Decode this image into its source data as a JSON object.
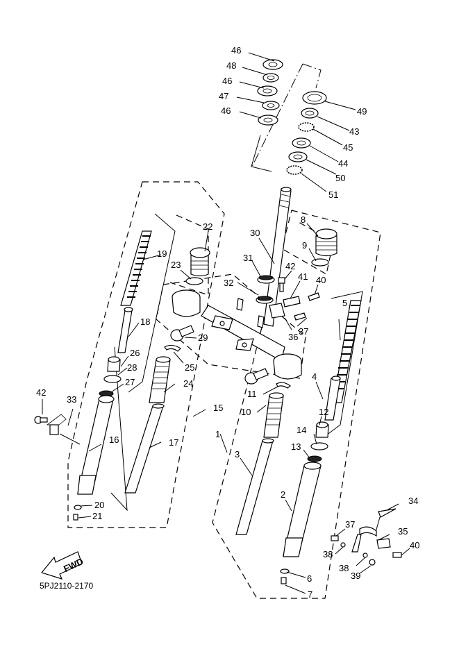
{
  "diagram": {
    "type": "exploded-parts-diagram",
    "subject": "front fork assembly",
    "part_code": "5PJ2110-2170",
    "fwd_label": "FWD",
    "callouts": [
      "46",
      "48",
      "46",
      "47",
      "46",
      "49",
      "43",
      "45",
      "44",
      "50",
      "51",
      "22",
      "19",
      "23",
      "30",
      "8",
      "31",
      "9",
      "42",
      "41",
      "40",
      "32",
      "18",
      "29",
      "37",
      "36",
      "5",
      "26",
      "25",
      "28",
      "27",
      "24",
      "11",
      "4",
      "10",
      "42",
      "33",
      "15",
      "12",
      "14",
      "16",
      "17",
      "1",
      "13",
      "3",
      "20",
      "21",
      "2",
      "34",
      "37",
      "35",
      "40",
      "38",
      "38",
      "39",
      "6",
      "7"
    ]
  }
}
